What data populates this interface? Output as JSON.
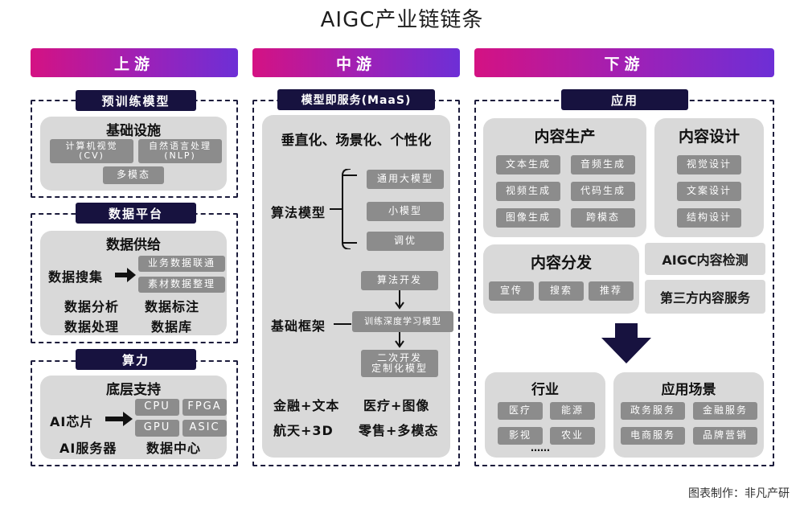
{
  "title": "AIGC产业链链条",
  "credit": "图表制作：非凡产研",
  "upstream": {
    "header": "上游",
    "pretrain": {
      "tag": "预训练模型",
      "panel_title": "基础设施",
      "cv": "计算机视觉\n(CV)",
      "nlp": "自然语言处理\n(NLP)",
      "multimodal": "多模态"
    },
    "data": {
      "tag": "数据平台",
      "panel_title": "数据供给",
      "collect": "数据搜集",
      "biz": "业务数据联通",
      "material": "素材数据整理",
      "analysis": "数据分析",
      "label": "数据标注",
      "process": "数据处理",
      "db": "数据库"
    },
    "compute": {
      "tag": "算力",
      "panel_title": "底层支持",
      "chip": "AI芯片",
      "cpu": "CPU",
      "fpga": "FPGA",
      "gpu": "GPU",
      "asic": "ASIC",
      "server": "AI服务器",
      "datacenter": "数据中心"
    }
  },
  "midstream": {
    "header": "中游",
    "tag": "模型即服务(MaaS)",
    "subtitle": "垂直化、场景化、个性化",
    "algo": "算法模型",
    "general": "通用大模型",
    "small": "小模型",
    "tune": "调优",
    "framework": "基础框架",
    "algodev": "算法开发",
    "train": "训练深度学习模型",
    "custom": "二次开发\n定制化模型",
    "ex1": "金融+文本",
    "ex2": "医疗+图像",
    "ex3": "航天+3D",
    "ex4": "零售+多模态"
  },
  "downstream": {
    "header": "下游",
    "tag": "应用",
    "production": {
      "title": "内容生产",
      "items": [
        "文本生成",
        "音频生成",
        "视频生成",
        "代码生成",
        "图像生成",
        "跨模态"
      ]
    },
    "design": {
      "title": "内容设计",
      "items": [
        "视觉设计",
        "文案设计",
        "结构设计"
      ]
    },
    "distribution": {
      "title": "内容分发",
      "items": [
        "宣传",
        "搜索",
        "推荐"
      ]
    },
    "detection": "AIGC内容检测",
    "thirdparty": "第三方内容服务",
    "industry": {
      "title": "行业",
      "items": [
        "医疗",
        "能源",
        "影视",
        "农业"
      ],
      "more": "……"
    },
    "scenes": {
      "title": "应用场景",
      "items": [
        "政务服务",
        "金融服务",
        "电商服务",
        "品牌营销"
      ]
    }
  }
}
